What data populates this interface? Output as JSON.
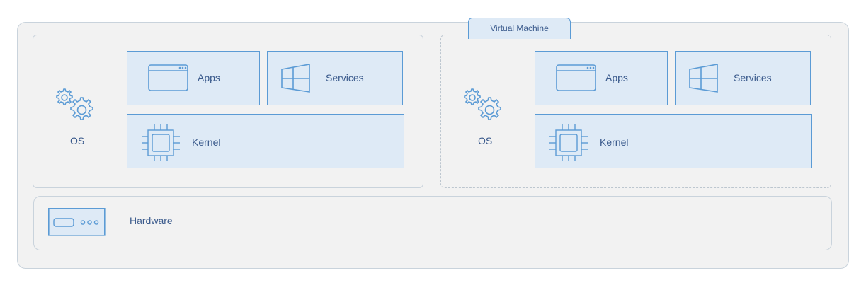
{
  "diagram": {
    "vm_label": "Virtual Machine",
    "host": {
      "os_label": "OS",
      "apps_label": "Apps",
      "services_label": "Services",
      "kernel_label": "Kernel"
    },
    "vm": {
      "os_label": "OS",
      "apps_label": "Apps",
      "services_label": "Services",
      "kernel_label": "Kernel"
    },
    "hardware_label": "Hardware"
  },
  "colors": {
    "tile_fill": "#deeaf6",
    "tile_border": "#5b9bd5",
    "text": "#3a5a8c",
    "panel_fill": "#f2f2f2",
    "panel_border": "#c9d3dc"
  },
  "icons": {
    "os": "gears-icon",
    "apps": "app-window-icon",
    "services": "windows-logo-icon",
    "kernel": "cpu-chip-icon",
    "hardware": "server-icon"
  }
}
